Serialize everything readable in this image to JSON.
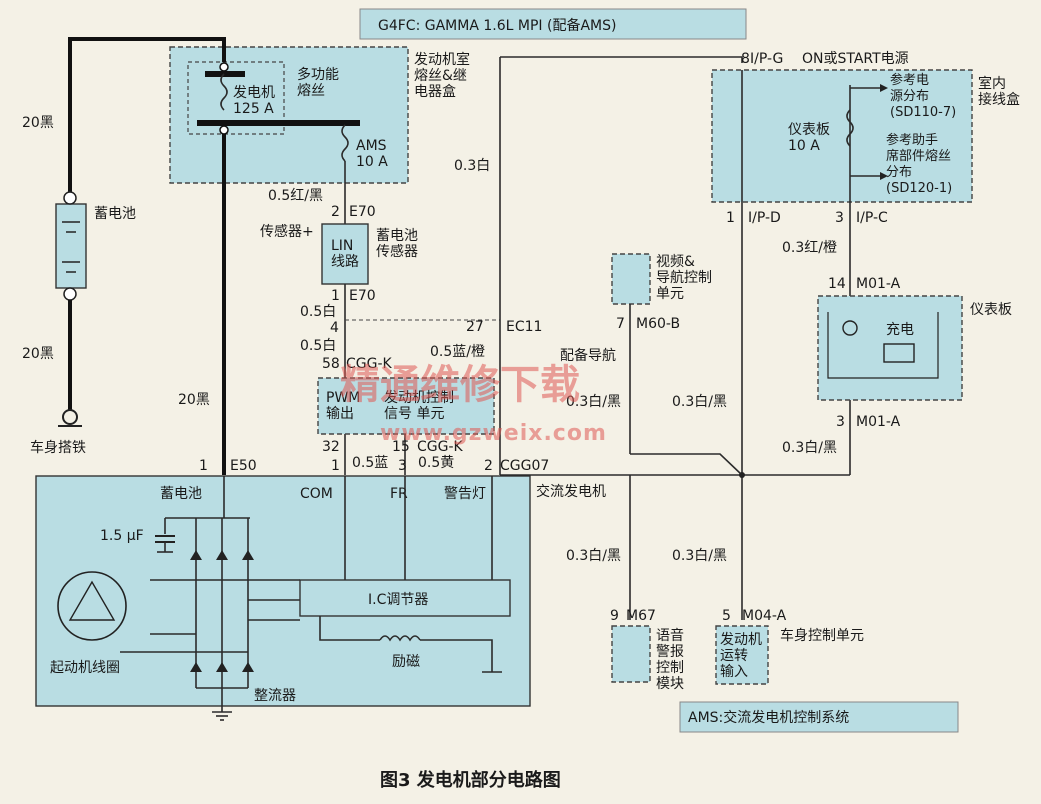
{
  "header": {
    "title": "G4FC: GAMMA 1.6L MPI (配备AMS)"
  },
  "labels": {
    "ef_box": "多功能\n熔丝",
    "ef_box_name": "发动机室\n熔丝&继\n电器盒",
    "generator_fuse": "发电机",
    "generator_fuse_rating": "125 A",
    "ams_fuse": "AMS",
    "ams_fuse_rating": "10 A",
    "wire_20black_top": "20黑",
    "wire_20black_bottom": "20黑",
    "wire_20black_mid": "20黑",
    "battery": "蓄电池",
    "ground": "车身搭铁",
    "wire_05rb": "0.5红/黑",
    "pin_2_e70": "2",
    "conn_e70_top": "E70",
    "sensor_plus": "传感器+",
    "lin": "LIN\n线路",
    "battery_sensor": "蓄电池\n传感器",
    "pin_1_e70": "1",
    "conn_e70_bot": "E70",
    "wire_05w_a": "0.5白",
    "pin_4": "4",
    "wire_05w_b": "0.5白",
    "pin_58": "58",
    "conn_cggk": "CGG-K",
    "wire_05bo": "0.5蓝/橙",
    "pin_27": "27",
    "conn_ec11": "EC11",
    "wire_03w": "0.3白",
    "pwm": "PWM\n输出",
    "ecu_text": "发动机控制\n信号  单元",
    "pin_32": "32",
    "pin_15": "15",
    "conn_cggk2": "CGG-K",
    "wire_05blue": "0.5蓝",
    "wire_05yellow": "0.5黄",
    "pin_1_e50": "1",
    "conn_e50": "E50",
    "pin_1_gen": "1",
    "pin_3_gen": "3",
    "pin_2_gen": "2",
    "conn_cgg07": "CGG07",
    "gen_battery": "蓄电池",
    "gen_com": "COM",
    "gen_fr": "FR",
    "gen_warn": "警告灯",
    "alternator": "交流发电机",
    "cap": "1.5 μF",
    "ic_regulator": "I.C调节器",
    "excitation": "励磁",
    "starter_coil": "起动机线圈",
    "rectifier": "整流器",
    "pin_8": "8",
    "conn_ipg": "I/P-G",
    "power": "ON或START电源",
    "junction_box": "室内\n接线盒",
    "ref_power": "参考电\n源分布\n(SD110-7)",
    "ref_assist": "参考助手\n席部件熔丝\n分布\n(SD120-1)",
    "cluster_fuse": "仪表板\n10 A",
    "pin_1_ipd": "1",
    "conn_ipd": "I/P-D",
    "pin_3_ipc": "3",
    "conn_ipc": "I/P-C",
    "wire_03ro": "0.3红/橙",
    "pin_14": "14",
    "conn_m01a_top": "M01-A",
    "cluster": "仪表板",
    "charge": "充电",
    "pin_3_m01": "3",
    "conn_m01a_bot": "M01-A",
    "wire_03wb_a": "0.3白/黑",
    "wire_03wb_b": "0.3白/黑",
    "wire_03wb_c": "0.3白/黑",
    "wire_03wb_d": "0.3白/黑",
    "wire_03wb_e": "0.3白/黑",
    "video_nav": "视频&\n导航控制\n单元",
    "pin_7": "7",
    "conn_m60b": "M60-B",
    "with_nav": "配备导航",
    "pin_9": "9",
    "conn_m67": "M67",
    "voice_alarm": "语音\n警报\n控制\n模块",
    "pin_5": "5",
    "conn_m04a": "M04-A",
    "bcm": "车身控制单元",
    "engine_run": "发动机\n运转\n输入",
    "ams_footer": "AMS:交流发电机控制系统",
    "caption": "图3  发电机部分电路图"
  },
  "watermark": {
    "cn": "精通维修下载",
    "url": "www.gzweix.com"
  },
  "colors": {
    "panel": "#b9dde3",
    "watermark": "#e05a55",
    "background": "#f4f1e6"
  }
}
